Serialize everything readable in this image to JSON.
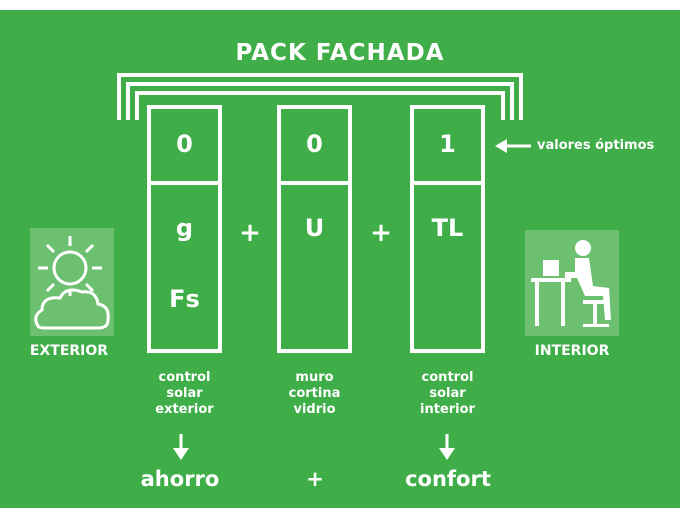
{
  "title": "PACK FACHADA",
  "columns": [
    {
      "top": "0",
      "middle": "g",
      "lower": "Fs",
      "desc": [
        "control",
        "solar",
        "exterior"
      ]
    },
    {
      "top": "0",
      "middle": "U",
      "lower": "",
      "desc": [
        "muro",
        "cortina",
        "vidrio"
      ]
    },
    {
      "top": "1",
      "middle": "TL",
      "lower": "",
      "desc": [
        "control",
        "solar",
        "interior"
      ]
    }
  ],
  "plus_signs": [
    "+",
    "+"
  ],
  "optimal_label": "valores óptimos",
  "exterior_label": "EXTERIOR",
  "interior_label": "INTERIOR",
  "bottom": {
    "left": "ahorro",
    "plus": "+",
    "right": "confort"
  },
  "colors": {
    "background": "#3fae49",
    "foreground": "#ffffff",
    "icon_panel": "#6cc070"
  },
  "icons": [
    "sun-icon",
    "cloud-icon",
    "person-at-desk-icon",
    "arrow-left-icon",
    "arrow-down-icon"
  ]
}
